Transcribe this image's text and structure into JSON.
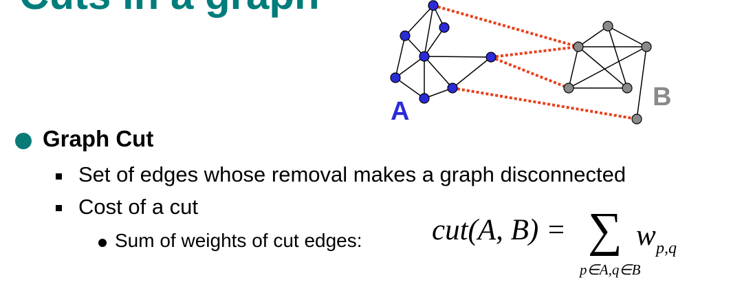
{
  "title": "Cuts in a graph",
  "diagram": {
    "group_a_label": "A",
    "group_b_label": "B",
    "colors": {
      "group_a": "#2b2bd8",
      "group_b": "#8a8a8a",
      "cut_edge": "#e8401c",
      "edge": "#000000"
    }
  },
  "bullets": {
    "level1": "Graph Cut",
    "item1": "Set of edges whose removal makes a graph disconnected",
    "item2": "Cost of a cut",
    "sub_item": "Sum of weights of cut edges:"
  },
  "formula": {
    "lhs": "cut(A, B) =",
    "sigma": "∑",
    "w": "w",
    "w_subscript": "p,q",
    "sum_subscript": "p∈A,q∈B"
  }
}
